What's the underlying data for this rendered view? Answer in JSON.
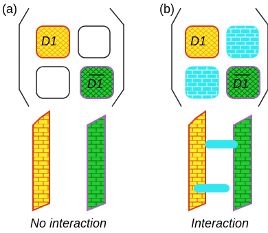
{
  "panels": [
    {
      "label": "(a)",
      "cells": [
        "D1",
        "",
        "",
        "D1"
      ],
      "caption": "No interaction"
    },
    {
      "label": "(b)",
      "cells": [
        "D1",
        "",
        "",
        "D1"
      ],
      "caption": "Interaction"
    }
  ],
  "colors": {
    "yellow": "#ffee22",
    "yellow_pattern": "#f0a020",
    "red_border": "#d93a1f",
    "green": "#22cc33",
    "green_pattern": "#116611",
    "purple_border": "#b05cc8",
    "cyan": "#33e6f0",
    "line": "#222222"
  }
}
